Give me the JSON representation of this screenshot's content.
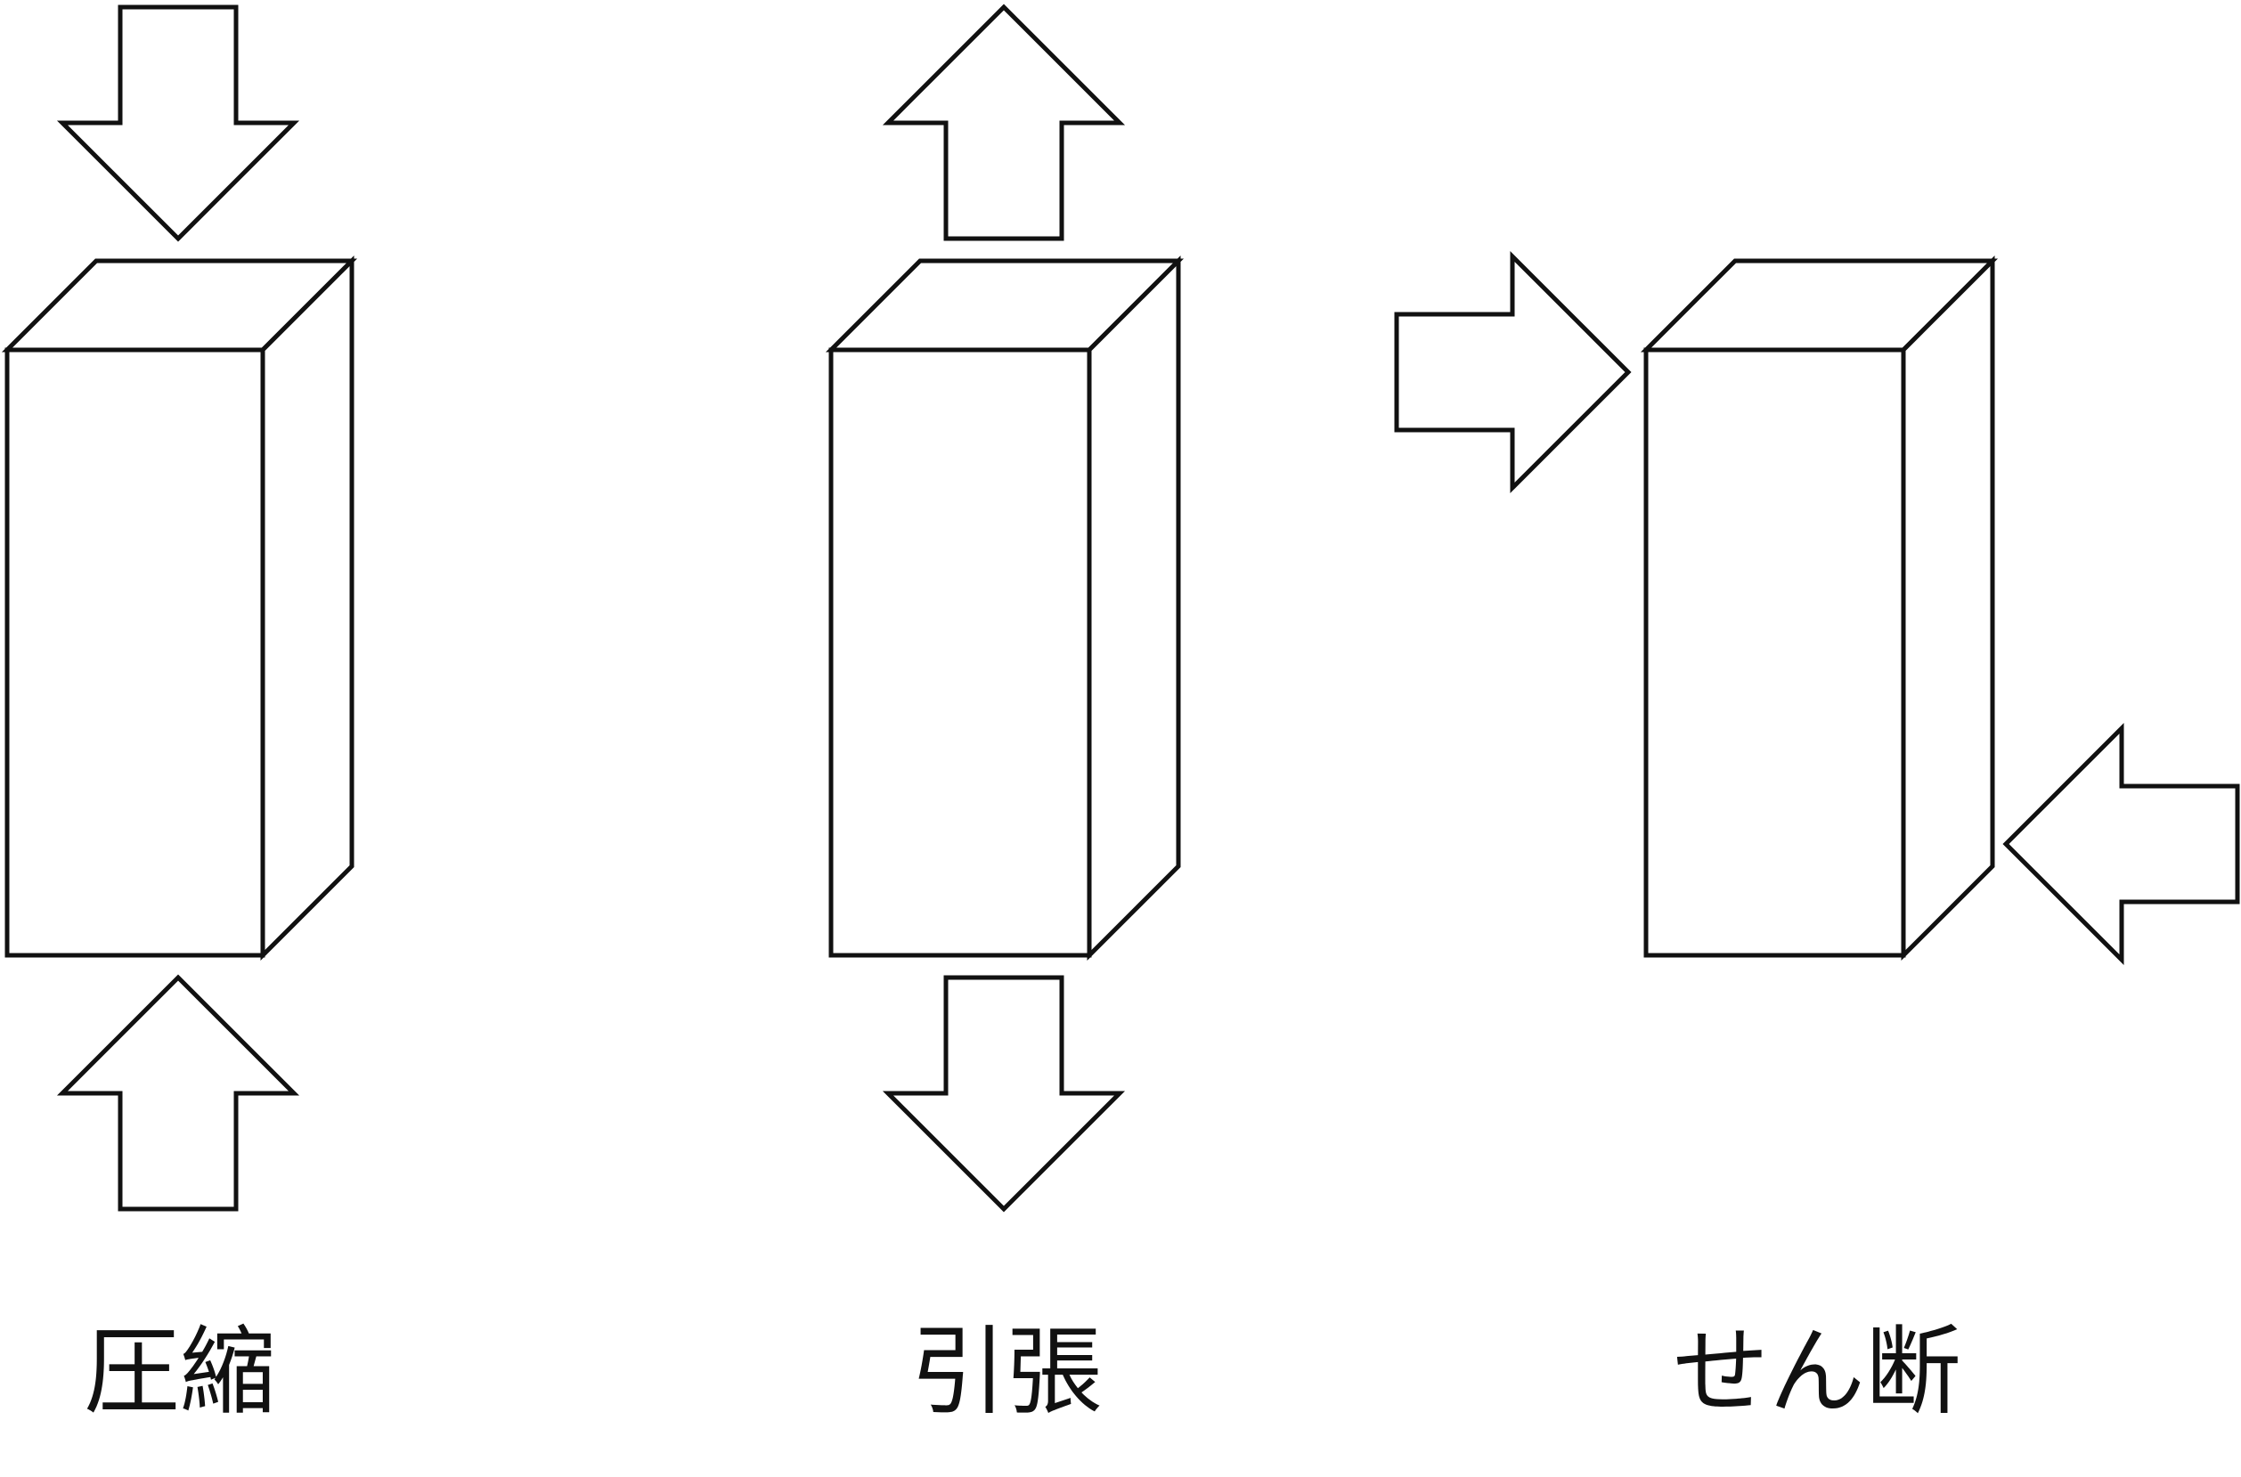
{
  "panels": [
    {
      "id": "compression",
      "label": "圧縮",
      "forces": "axial-inward"
    },
    {
      "id": "tension",
      "label": "引張",
      "forces": "axial-outward"
    },
    {
      "id": "shear",
      "label": "せん断",
      "forces": "transverse-opposed"
    }
  ],
  "colors": {
    "line": "#111111",
    "background": "#ffffff"
  }
}
